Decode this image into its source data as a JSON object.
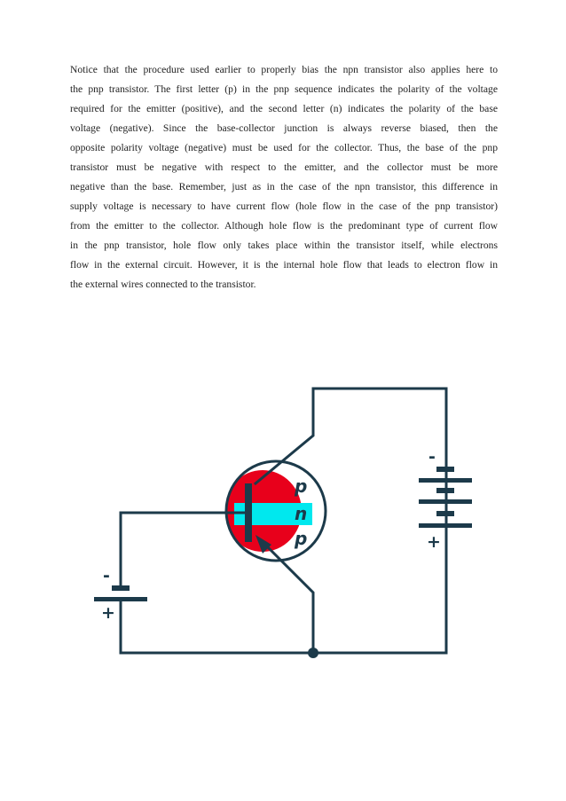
{
  "paragraph": {
    "lines": [
      "Notice that the procedure used earlier to properly bias the npn transistor also applies here to",
      "the pnp transistor. The first letter (p) in the pnp sequence indicates the polarity of the voltage",
      "required for the emitter (positive), and the second letter (n) indicates the polarity of the base",
      "voltage (negative). Since the base-collector junction is always reverse biased, then the",
      "opposite polarity voltage (negative) must be used for the collector. Thus, the base of the pnp",
      "transistor must be negative with respect to the emitter, and the collector must be more",
      "negative than the base. Remember, just as in the case of the npn transistor, this difference in",
      "supply voltage is necessary to have current flow (hole flow in the case of the pnp transistor)",
      "from the emitter to the collector. Although hole flow is the predominant type of current flow",
      "in the pnp transistor, hole flow only takes place within the transistor itself, while electrons",
      "flow in the external circuit. However, it is the internal hole flow that leads to electron flow in",
      "the external wires connected to the transistor."
    ]
  },
  "diagram": {
    "layer_labels": {
      "top": "p",
      "middle": "n",
      "bottom": "p"
    },
    "left_battery": {
      "negative": "-",
      "positive": "+"
    },
    "right_battery": {
      "negative": "-",
      "positive": "+"
    },
    "colors": {
      "wire": "#1c3a4a",
      "p_region": "#e8001b",
      "n_region": "#00e8ee"
    }
  }
}
